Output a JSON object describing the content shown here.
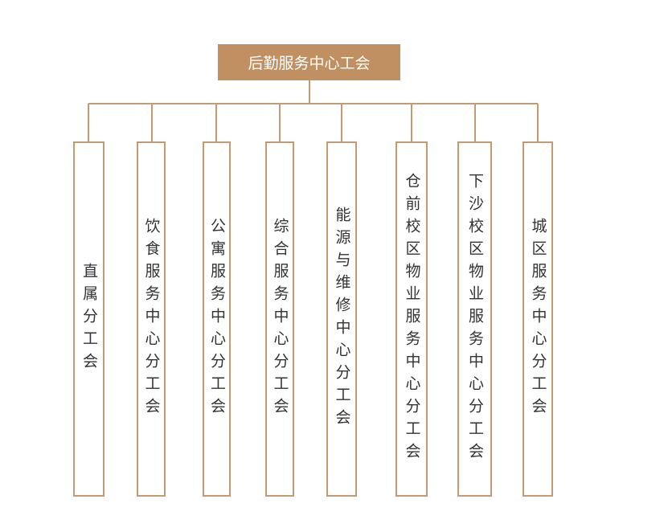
{
  "root": {
    "label": "后勤服务中心工会"
  },
  "children": [
    {
      "label": "直属分工会"
    },
    {
      "label": "饮食服务中心分工会"
    },
    {
      "label": "公寓服务中心分工会"
    },
    {
      "label": "综合服务中心分工会"
    },
    {
      "label": "能源与维修中心分工会"
    },
    {
      "label": "仓前校区物业服务中心分工会"
    },
    {
      "label": "下沙校区物业服务中心分工会"
    },
    {
      "label": "城区服务中心分工会"
    }
  ],
  "colors": {
    "root_fill": "#c08f62",
    "line": "#c49a72",
    "text": "#333333"
  }
}
